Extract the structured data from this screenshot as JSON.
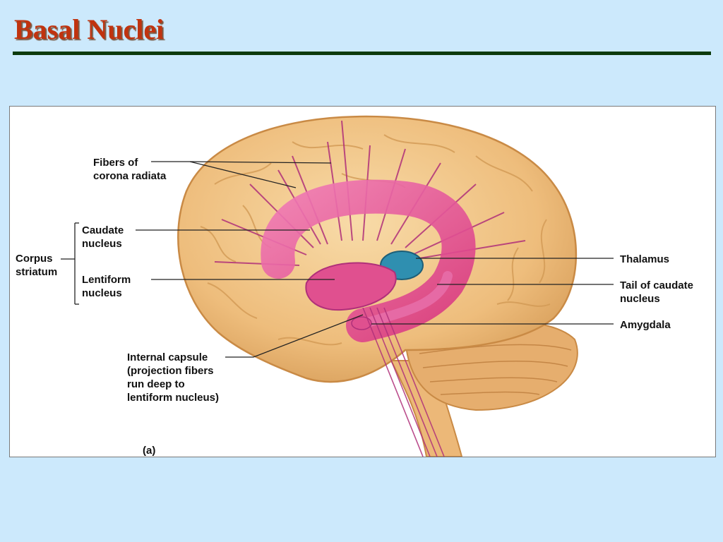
{
  "slide": {
    "title": "Basal Nuclei",
    "title_color": "#c0330f",
    "rule_color": "#0d3b0d",
    "background": "#cce9fc"
  },
  "figure": {
    "panel_label": "(a)",
    "labels": {
      "fibers_corona_radiata": "Fibers of\ncorona radiata",
      "caudate_nucleus": "Caudate\nnucleus",
      "corpus_striatum": "Corpus\nstriatum",
      "lentiform_nucleus": "Lentiform\nnucleus",
      "internal_capsule": "Internal capsule\n(projection fibers\nrun deep to\nlentiform nucleus)",
      "thalamus": "Thalamus",
      "tail_of_caudate": "Tail of caudate\nnucleus",
      "amygdala": "Amygdala"
    },
    "colors": {
      "brain": "#f2c68a",
      "brain_outline": "#c98a45",
      "caudate": "#e84a9a",
      "thalamus": "#2f8fb0",
      "fibers": "#b0307a"
    }
  }
}
